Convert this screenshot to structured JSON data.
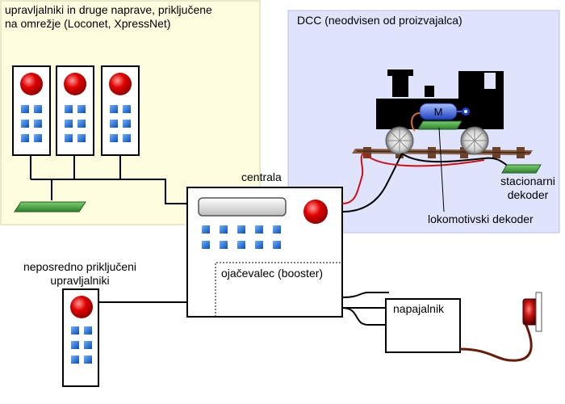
{
  "network_zone": {
    "title_line1": "upravljalniki in druge naprave, priključene",
    "title_line2": "na omrežje (Loconet, XpressNet)",
    "fill_color": "#fffde0"
  },
  "dcc_zone": {
    "title": "DCC (neodvisen od proizvajalca)",
    "fill_color": "#dfe3fb"
  },
  "central_unit": {
    "label": "centrala",
    "booster_label": "ojačevalec (booster)"
  },
  "direct_controller": {
    "label_line1": "neposredno priključeni",
    "label_line2": "upravljalniki"
  },
  "power_supply": {
    "label": "napajalnik"
  },
  "locomotive": {
    "motor_label": "M"
  },
  "stationary_decoder": {
    "label_line1": "stacionarni",
    "label_line2": "dekoder"
  },
  "loco_decoder": {
    "label": "lokomotivski dekoder"
  },
  "colors": {
    "button_red": "#e00000",
    "key_blue": "#1f6fd6",
    "decoder_green": "#3a9a3a",
    "wire_red": "#d01010",
    "cable_brown": "#6a1a0a"
  }
}
